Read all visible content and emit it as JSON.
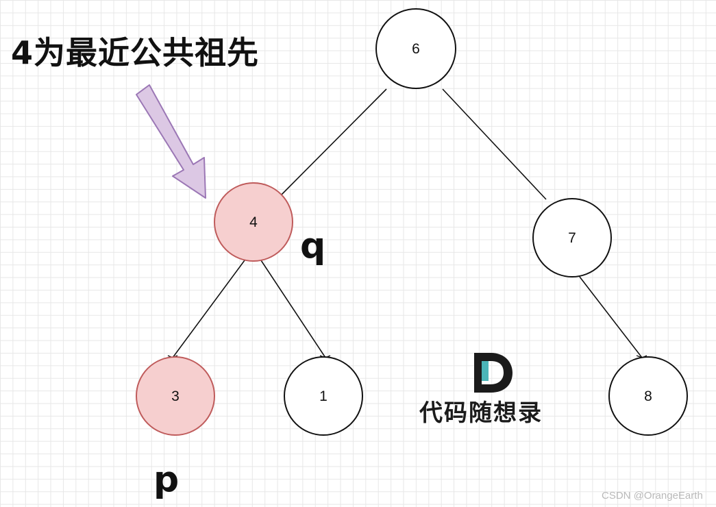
{
  "title": "4为最近公共祖先",
  "nodes": [
    {
      "id": "n6",
      "label": "6",
      "highlighted": false
    },
    {
      "id": "n4",
      "label": "4",
      "highlighted": true
    },
    {
      "id": "n7",
      "label": "7",
      "highlighted": false
    },
    {
      "id": "n3",
      "label": "3",
      "highlighted": true
    },
    {
      "id": "n1",
      "label": "1",
      "highlighted": false
    },
    {
      "id": "n8",
      "label": "8",
      "highlighted": false
    }
  ],
  "edges": [
    {
      "from": "n6",
      "to": "n4"
    },
    {
      "from": "n6",
      "to": "n7"
    },
    {
      "from": "n4",
      "to": "n3"
    },
    {
      "from": "n4",
      "to": "n1"
    },
    {
      "from": "n7",
      "to": "n8"
    }
  ],
  "pointer_labels": {
    "q": "q",
    "p": "p"
  },
  "brand": {
    "name": "代码随想录"
  },
  "watermark": "CSDN @OrangeEarth",
  "colors": {
    "highlight_fill": "#f6cfcf",
    "highlight_stroke": "#bf5b5b",
    "node_fill": "#ffffff",
    "node_stroke": "#111111",
    "arrow_fill": "#dcc8e4",
    "arrow_stroke": "#9b77b5",
    "brand_teal": "#4bb5b8",
    "brand_dark": "#1b1b1b"
  }
}
